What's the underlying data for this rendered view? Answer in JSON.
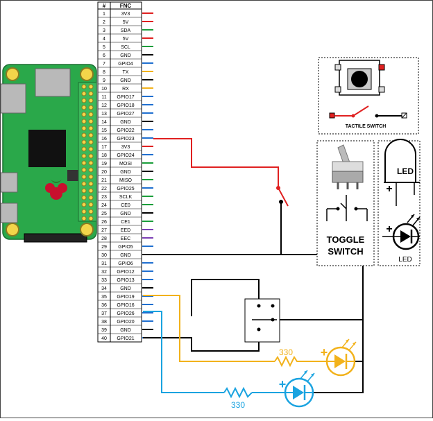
{
  "pin_table": {
    "header_num": "#",
    "header_fnc": "FNC",
    "pins": [
      {
        "num": "1",
        "fnc": "3V3",
        "color": "#e02020"
      },
      {
        "num": "2",
        "fnc": "5V",
        "color": "#e02020"
      },
      {
        "num": "3",
        "fnc": "SDA",
        "color": "#1a9e3a"
      },
      {
        "num": "4",
        "fnc": "5V",
        "color": "#e02020"
      },
      {
        "num": "5",
        "fnc": "SCL",
        "color": "#1a9e3a"
      },
      {
        "num": "6",
        "fnc": "GND",
        "color": "#000000"
      },
      {
        "num": "7",
        "fnc": "GPIO4",
        "color": "#1f6fd0"
      },
      {
        "num": "8",
        "fnc": "TX",
        "color": "#f2b21b"
      },
      {
        "num": "9",
        "fnc": "GND",
        "color": "#000000"
      },
      {
        "num": "10",
        "fnc": "RX",
        "color": "#f2b21b"
      },
      {
        "num": "11",
        "fnc": "GPIO17",
        "color": "#1f6fd0"
      },
      {
        "num": "12",
        "fnc": "GPIO18",
        "color": "#1f6fd0"
      },
      {
        "num": "13",
        "fnc": "GPIO27",
        "color": "#1f6fd0"
      },
      {
        "num": "14",
        "fnc": "GND",
        "color": "#000000"
      },
      {
        "num": "15",
        "fnc": "GPIO22",
        "color": "#1f6fd0"
      },
      {
        "num": "16",
        "fnc": "GPIO23",
        "color": "#1f6fd0"
      },
      {
        "num": "17",
        "fnc": "3V3",
        "color": "#e02020"
      },
      {
        "num": "18",
        "fnc": "GPIO24",
        "color": "#1f6fd0"
      },
      {
        "num": "19",
        "fnc": "MOSI",
        "color": "#1a9e3a"
      },
      {
        "num": "20",
        "fnc": "GND",
        "color": "#000000"
      },
      {
        "num": "21",
        "fnc": "MISO",
        "color": "#1a9e3a"
      },
      {
        "num": "22",
        "fnc": "GPIO25",
        "color": "#1f6fd0"
      },
      {
        "num": "23",
        "fnc": "SCLK",
        "color": "#1a9e3a"
      },
      {
        "num": "24",
        "fnc": "CE0",
        "color": "#1a9e3a"
      },
      {
        "num": "25",
        "fnc": "GND",
        "color": "#000000"
      },
      {
        "num": "26",
        "fnc": "CE1",
        "color": "#1a9e3a"
      },
      {
        "num": "27",
        "fnc": "EED",
        "color": "#7b3fb5"
      },
      {
        "num": "28",
        "fnc": "EEC",
        "color": "#7b3fb5"
      },
      {
        "num": "29",
        "fnc": "GPIO5",
        "color": "#1f6fd0"
      },
      {
        "num": "30",
        "fnc": "GND",
        "color": "#000000"
      },
      {
        "num": "31",
        "fnc": "GPIO6",
        "color": "#1f6fd0"
      },
      {
        "num": "32",
        "fnc": "GPIO12",
        "color": "#1f6fd0"
      },
      {
        "num": "33",
        "fnc": "GPIO13",
        "color": "#1f6fd0"
      },
      {
        "num": "34",
        "fnc": "GND",
        "color": "#000000"
      },
      {
        "num": "35",
        "fnc": "GPIO19",
        "color": "#1f6fd0"
      },
      {
        "num": "36",
        "fnc": "GPIO16",
        "color": "#1f6fd0"
      },
      {
        "num": "37",
        "fnc": "GPIO26",
        "color": "#1f6fd0"
      },
      {
        "num": "38",
        "fnc": "GPIO20",
        "color": "#1f6fd0"
      },
      {
        "num": "39",
        "fnc": "GND",
        "color": "#000000"
      },
      {
        "num": "40",
        "fnc": "GPIO21",
        "color": "#1f6fd0"
      }
    ]
  },
  "legend": {
    "tactile_switch_label": "TACTILE SWITCH",
    "toggle_switch_label_line1": "TOGGLE",
    "toggle_switch_label_line2": "SWITCH",
    "led_label_top": "LED",
    "led_label_bottom": "LED",
    "plus": "+"
  },
  "circuit": {
    "resistor_yellow_label": "330",
    "resistor_blue_label": "330",
    "plus": "+"
  },
  "colors": {
    "red": "#e02020",
    "yellow": "#f2b21b",
    "blue": "#1aa3e0",
    "black": "#000000",
    "board_green": "#2aa84a"
  }
}
